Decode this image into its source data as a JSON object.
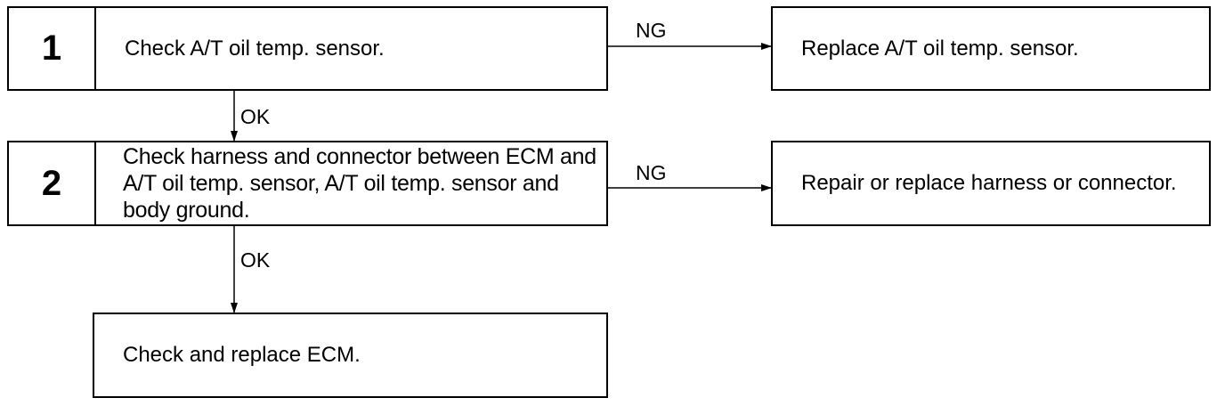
{
  "steps": [
    {
      "number": "1",
      "text": "Check A/T oil temp. sensor."
    },
    {
      "number": "2",
      "text": "Check harness and connector between ECM and A/T oil temp. sensor, A/T oil temp. sensor and body ground."
    }
  ],
  "results": [
    {
      "text": "Replace A/T oil temp. sensor."
    },
    {
      "text": "Repair or replace harness or connector."
    },
    {
      "text": "Check and replace ECM."
    }
  ],
  "edges": [
    {
      "from": "step-1",
      "to": "result-1",
      "label": "NG"
    },
    {
      "from": "step-1",
      "to": "step-2",
      "label": "OK"
    },
    {
      "from": "step-2",
      "to": "result-2",
      "label": "NG"
    },
    {
      "from": "step-2",
      "to": "result-3",
      "label": "OK"
    }
  ]
}
